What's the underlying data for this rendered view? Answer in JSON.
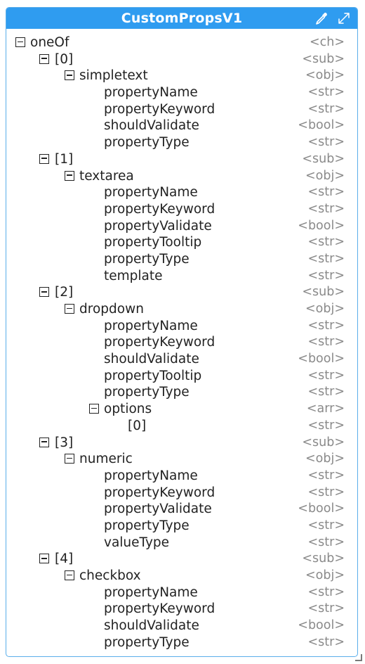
{
  "panel": {
    "title": "CustomPropsV1",
    "header_color": "#2f9cf0",
    "icons": [
      "eyedropper-icon",
      "expand-icon"
    ]
  },
  "rows": [
    {
      "label": "oneOf",
      "type": "<ch>",
      "depth": 0,
      "collapsible": true
    },
    {
      "label": "[0]",
      "type": "<sub>",
      "depth": 1,
      "collapsible": true
    },
    {
      "label": "simpletext",
      "type": "<obj>",
      "depth": 2,
      "collapsible": true
    },
    {
      "label": "propertyName",
      "type": "<str>",
      "depth": 3,
      "collapsible": false
    },
    {
      "label": "propertyKeyword",
      "type": "<str>",
      "depth": 3,
      "collapsible": false
    },
    {
      "label": "shouldValidate",
      "type": "<bool>",
      "depth": 3,
      "collapsible": false
    },
    {
      "label": "propertyType",
      "type": "<str>",
      "depth": 3,
      "collapsible": false
    },
    {
      "label": "[1]",
      "type": "<sub>",
      "depth": 1,
      "collapsible": true
    },
    {
      "label": "textarea",
      "type": "<obj>",
      "depth": 2,
      "collapsible": true
    },
    {
      "label": "propertyName",
      "type": "<str>",
      "depth": 3,
      "collapsible": false
    },
    {
      "label": "propertyKeyword",
      "type": "<str>",
      "depth": 3,
      "collapsible": false
    },
    {
      "label": "propertyValidate",
      "type": "<bool>",
      "depth": 3,
      "collapsible": false
    },
    {
      "label": "propertyTooltip",
      "type": "<str>",
      "depth": 3,
      "collapsible": false
    },
    {
      "label": "propertyType",
      "type": "<str>",
      "depth": 3,
      "collapsible": false
    },
    {
      "label": "template",
      "type": "<str>",
      "depth": 3,
      "collapsible": false
    },
    {
      "label": "[2]",
      "type": "<sub>",
      "depth": 1,
      "collapsible": true
    },
    {
      "label": "dropdown",
      "type": "<obj>",
      "depth": 2,
      "collapsible": true
    },
    {
      "label": "propertyName",
      "type": "<str>",
      "depth": 3,
      "collapsible": false
    },
    {
      "label": "propertyKeyword",
      "type": "<str>",
      "depth": 3,
      "collapsible": false
    },
    {
      "label": "shouldValidate",
      "type": "<bool>",
      "depth": 3,
      "collapsible": false
    },
    {
      "label": "propertyTooltip",
      "type": "<str>",
      "depth": 3,
      "collapsible": false
    },
    {
      "label": "propertyType",
      "type": "<str>",
      "depth": 3,
      "collapsible": false
    },
    {
      "label": "options",
      "type": "<arr>",
      "depth": 3,
      "collapsible": true
    },
    {
      "label": "[0]",
      "type": "<str>",
      "depth": 4,
      "collapsible": false
    },
    {
      "label": "[3]",
      "type": "<sub>",
      "depth": 1,
      "collapsible": true
    },
    {
      "label": "numeric",
      "type": "<obj>",
      "depth": 2,
      "collapsible": true
    },
    {
      "label": "propertyName",
      "type": "<str>",
      "depth": 3,
      "collapsible": false
    },
    {
      "label": "propertyKeyword",
      "type": "<str>",
      "depth": 3,
      "collapsible": false
    },
    {
      "label": "propertyValidate",
      "type": "<bool>",
      "depth": 3,
      "collapsible": false
    },
    {
      "label": "propertyType",
      "type": "<str>",
      "depth": 3,
      "collapsible": false
    },
    {
      "label": "valueType",
      "type": "<str>",
      "depth": 3,
      "collapsible": false
    },
    {
      "label": "[4]",
      "type": "<sub>",
      "depth": 1,
      "collapsible": true
    },
    {
      "label": "checkbox",
      "type": "<obj>",
      "depth": 2,
      "collapsible": true
    },
    {
      "label": "propertyName",
      "type": "<str>",
      "depth": 3,
      "collapsible": false
    },
    {
      "label": "propertyKeyword",
      "type": "<str>",
      "depth": 3,
      "collapsible": false
    },
    {
      "label": "shouldValidate",
      "type": "<bool>",
      "depth": 3,
      "collapsible": false
    },
    {
      "label": "propertyType",
      "type": "<str>",
      "depth": 3,
      "collapsible": false
    }
  ]
}
